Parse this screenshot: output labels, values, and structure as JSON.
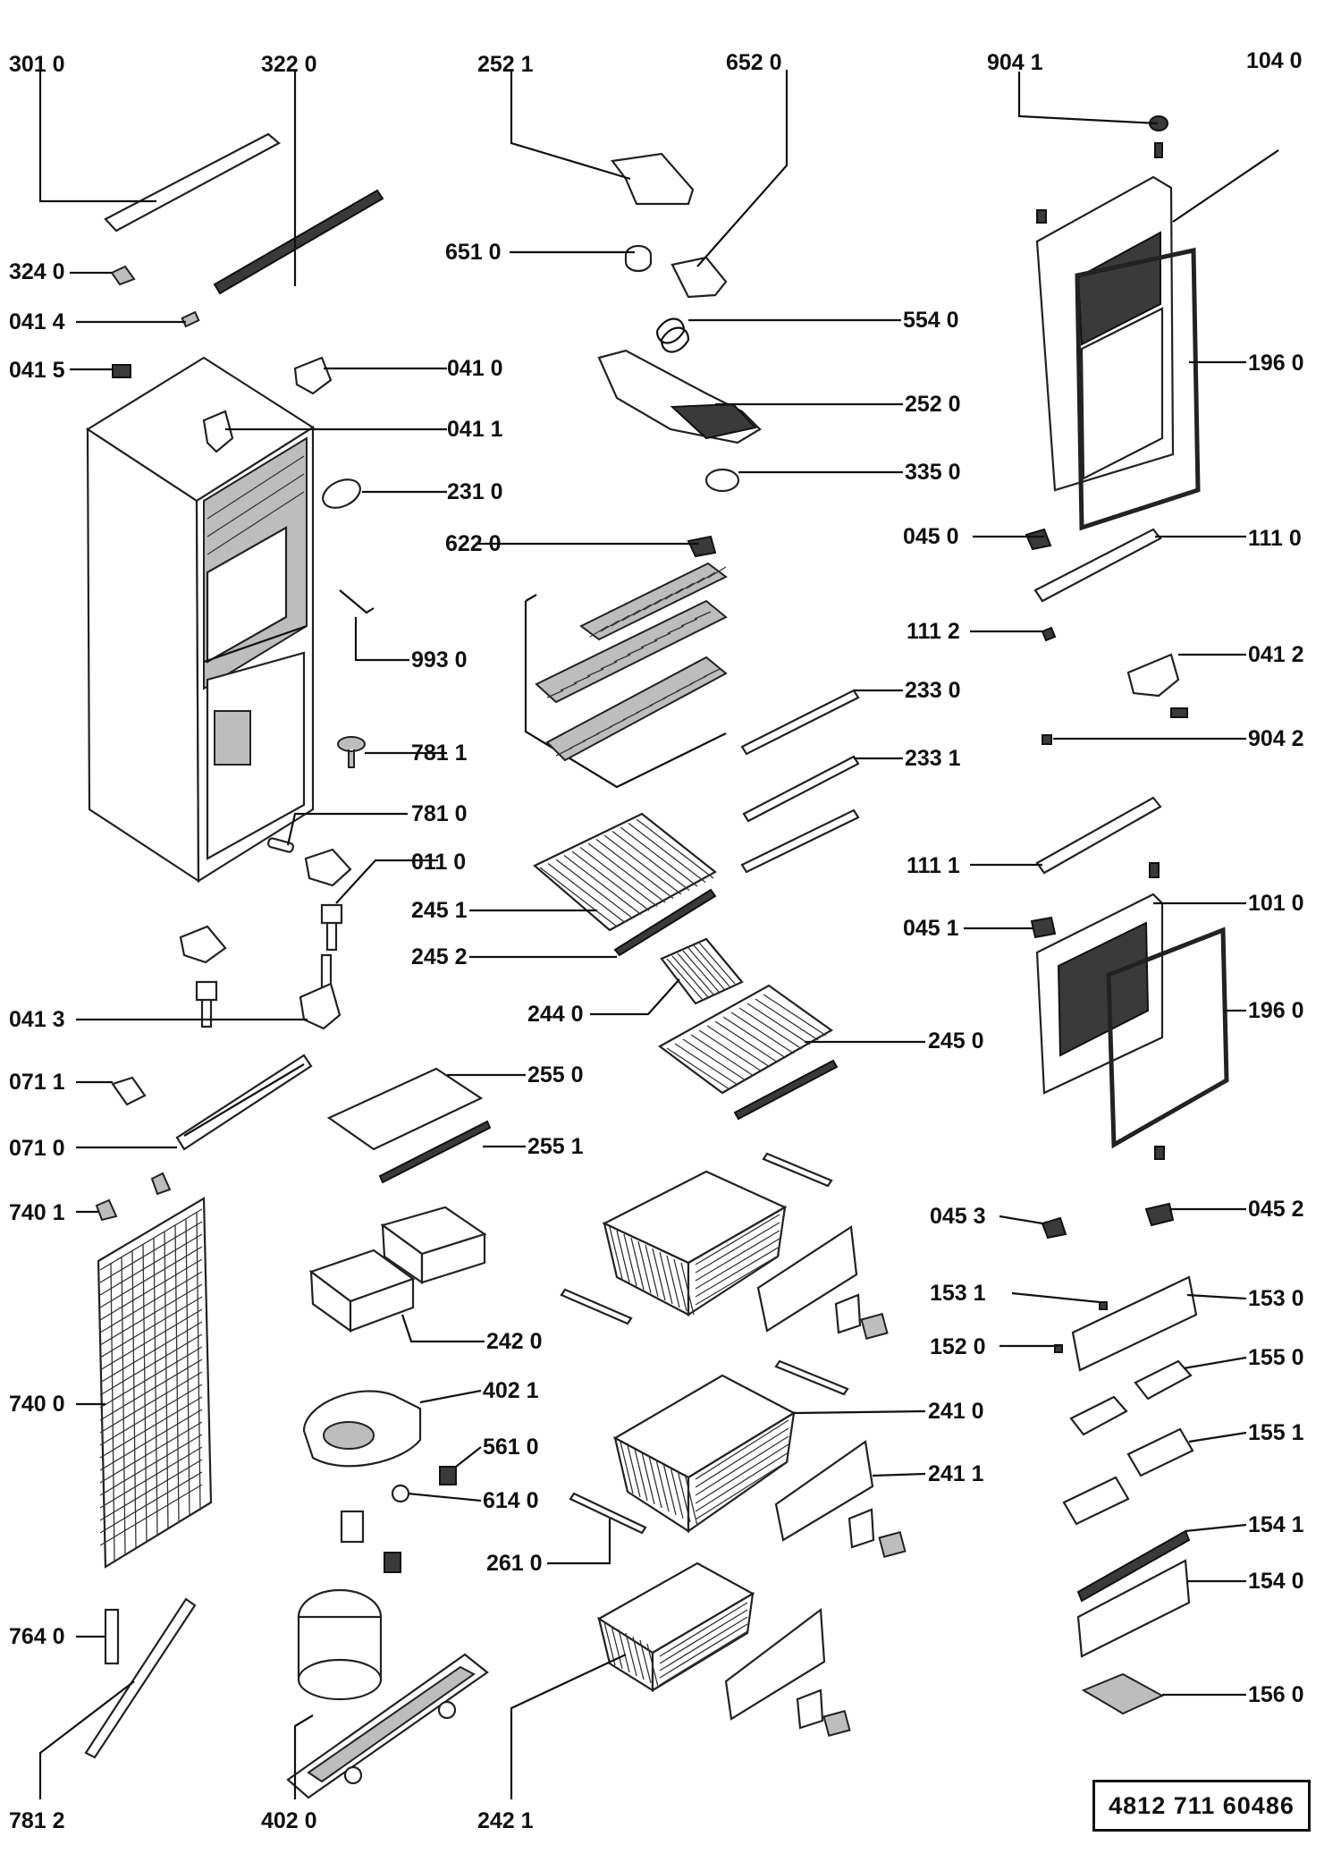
{
  "document_number": "4812 711 60486",
  "labels": [
    {
      "key": "l3010",
      "text": "301 0"
    },
    {
      "key": "l3220",
      "text": "322 0"
    },
    {
      "key": "l2521",
      "text": "252 1"
    },
    {
      "key": "l6520",
      "text": "652 0"
    },
    {
      "key": "l9041",
      "text": "904 1"
    },
    {
      "key": "l1040",
      "text": "104 0"
    },
    {
      "key": "l3240",
      "text": "324 0"
    },
    {
      "key": "l6510",
      "text": "651 0"
    },
    {
      "key": "l0414",
      "text": "041 4"
    },
    {
      "key": "l5540",
      "text": "554 0"
    },
    {
      "key": "l0415",
      "text": "041 5"
    },
    {
      "key": "l0410",
      "text": "041 0"
    },
    {
      "key": "l1960a",
      "text": "196 0"
    },
    {
      "key": "l0411",
      "text": "041 1"
    },
    {
      "key": "l2520",
      "text": "252 0"
    },
    {
      "key": "l3350",
      "text": "335 0"
    },
    {
      "key": "l2310",
      "text": "231 0"
    },
    {
      "key": "l6220",
      "text": "622 0"
    },
    {
      "key": "l0450",
      "text": "045 0"
    },
    {
      "key": "l1110",
      "text": "111 0"
    },
    {
      "key": "l1112",
      "text": "111 2"
    },
    {
      "key": "l9930",
      "text": "993 0"
    },
    {
      "key": "l0412",
      "text": "041 2"
    },
    {
      "key": "l2330",
      "text": "233 0"
    },
    {
      "key": "l9042",
      "text": "904 2"
    },
    {
      "key": "l7811",
      "text": "781 1"
    },
    {
      "key": "l2331",
      "text": "233 1"
    },
    {
      "key": "l7810",
      "text": "781 0"
    },
    {
      "key": "l0110",
      "text": "011 0"
    },
    {
      "key": "l1111",
      "text": "111 1"
    },
    {
      "key": "l2451",
      "text": "245 1"
    },
    {
      "key": "l1010",
      "text": "101 0"
    },
    {
      "key": "l0451",
      "text": "045 1"
    },
    {
      "key": "l2452",
      "text": "245 2"
    },
    {
      "key": "l0413",
      "text": "041 3"
    },
    {
      "key": "l2440",
      "text": "244 0"
    },
    {
      "key": "l1960b",
      "text": "196 0"
    },
    {
      "key": "l2450",
      "text": "245 0"
    },
    {
      "key": "l0711",
      "text": "071 1"
    },
    {
      "key": "l2550",
      "text": "255 0"
    },
    {
      "key": "l0710",
      "text": "071 0"
    },
    {
      "key": "l2551",
      "text": "255 1"
    },
    {
      "key": "l7401",
      "text": "740 1"
    },
    {
      "key": "l0453",
      "text": "045 3"
    },
    {
      "key": "l0452",
      "text": "045 2"
    },
    {
      "key": "l1531",
      "text": "153 1"
    },
    {
      "key": "l1530",
      "text": "153 0"
    },
    {
      "key": "l2420",
      "text": "242 0"
    },
    {
      "key": "l1520",
      "text": "152 0"
    },
    {
      "key": "l1550",
      "text": "155 0"
    },
    {
      "key": "l4021",
      "text": "402 1"
    },
    {
      "key": "l7400",
      "text": "740 0"
    },
    {
      "key": "l2410",
      "text": "241 0"
    },
    {
      "key": "l5610",
      "text": "561 0"
    },
    {
      "key": "l1551",
      "text": "155 1"
    },
    {
      "key": "l2411",
      "text": "241 1"
    },
    {
      "key": "l6140",
      "text": "614 0"
    },
    {
      "key": "l1541",
      "text": "154 1"
    },
    {
      "key": "l2610",
      "text": "261 0"
    },
    {
      "key": "l1540",
      "text": "154 0"
    },
    {
      "key": "l7640",
      "text": "764 0"
    },
    {
      "key": "l1560",
      "text": "156 0"
    },
    {
      "key": "l7812",
      "text": "781 2"
    },
    {
      "key": "l4020",
      "text": "402 0"
    },
    {
      "key": "l2421",
      "text": "242 1"
    }
  ]
}
